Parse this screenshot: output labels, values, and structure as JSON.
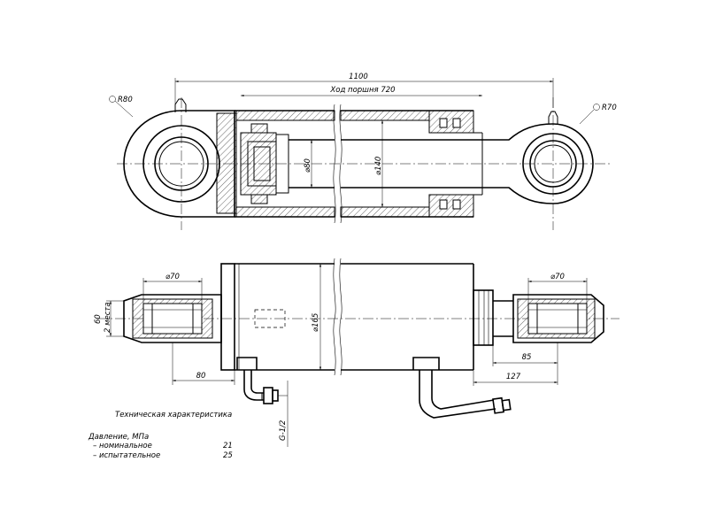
{
  "dimensions": {
    "overall_length": "1100",
    "piston_stroke": "Ход поршня  720",
    "radius_left": "R80",
    "radius_right": "R70",
    "rod_diameter": "⌀80",
    "bore_diameter": "⌀140",
    "pin_diameter_left": "⌀70",
    "pin_diameter_right": "⌀70",
    "outer_diameter": "⌀165",
    "eye_width": "60",
    "eye_width_note": "2 места",
    "left_offset": "80",
    "right_offset": "85",
    "right_offset_total": "127",
    "port_thread": "G-1/2"
  },
  "specs": {
    "title": "Техническая характеристика",
    "pressure_label": "Давление, МПа",
    "rows": [
      {
        "label": "– номинальное",
        "value": "21"
      },
      {
        "label": "– испытательное",
        "value": "25"
      }
    ]
  }
}
